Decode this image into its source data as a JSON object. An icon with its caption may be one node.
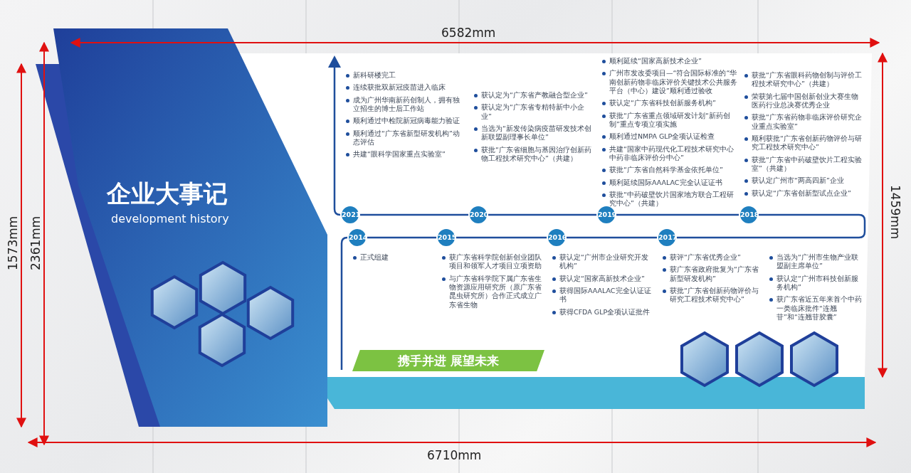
{
  "diagram": {
    "title": "企业大事记",
    "nodes": [
      {
        "text": [
          "2021"
        ]
      },
      {
        "text": [
          "2020"
        ]
      },
      {
        "text": [
          "2019"
        ]
      },
      {
        "text": [
          "2018"
        ]
      },
      {
        "text": [
          "2014"
        ]
      },
      {
        "text": [
          "2015"
        ]
      },
      {
        "text": [
          "2016"
        ]
      },
      {
        "text": [
          "2017"
        ]
      },
      {
        "text": [
          "携手并进 展望未来"
        ]
      }
    ],
    "edges": [],
    "labels": [
      "development history",
      "新科研楼完工",
      "连续获批双新冠疫苗进入临床",
      "成为广州华南新药创制人，拥有独立招生的博士后工作站",
      "顺利通过中检院新冠病毒能力验证",
      "顺利通过“广东省新型研发机构”动态评估",
      "共建“眼科学国家重点实验室”",
      "获认定为“广东省产教融合型企业”",
      "获认定为“广东省专精特新中小企业”",
      "当选为“新发传染病疫苗研发技术创新联盟副理事长单位”",
      "获批“广东省细胞与基因治疗创新药物工程技术研究中心”（共建）",
      "顺利延续“国家高新技术企业”",
      "广州市发改委项目—“符合国际标准的“华南创新药物非临床评价关键技术公共服务平台（中心）建设”顺利通过验收",
      "获认定“广东省科技创新服务机构”",
      "获批“广东省重点领域研发计划“新药创制”重点专项立项实施",
      "顺利通过NMPA GLP全项认证检查",
      "共建“国家中药现代化工程技术研究中心中药非临床评价分中心”",
      "获批“广东省自然科学基金依托单位”",
      "顺利延续国际AAALAC完全认证证书",
      "获批“中药破壁饮片国家地方联合工程研究中心”（共建）",
      "获批“广东省眼科药物创制与评价工程技术研究中心”（共建）",
      "荣获第七届中国创新创业大赛生物医药行业总决赛优秀企业",
      "获批“广东省药物非临床评价研究企业重点实验室”",
      "顺利获批“广东省创新药物评价与研究工程技术研究中心”",
      "获批“广东省中药破壁饮片工程实验室”（共建）",
      "获认定广州市“两高四新”企业",
      "获认定“广东省创新型试点企业”",
      "正式组建",
      "获广东省科学院创新创业团队项目和领军人才项目立项资助",
      "与广东省科学院下属广东省生物资源应用研究所（原广东省昆虫研究所）合作正式成立广东省生物",
      "获认定“广州市企业研究开发机构”",
      "获认定“国家高新技术企业”",
      "获得国际AAALAC完全认证证书",
      "获得CFDA GLP全项认证批件",
      "获评“广东省优秀企业”",
      "获广东省政府批复为“广东省新型研发机构”",
      "获批“广东省创新药物评价与研究工程技术研究中心”",
      "当选为“广州市生物产业联盟副主席单位”",
      "获认定“广州市科技创新服务机构”",
      "获广东省近五年来首个中药一类临床批件“连翘苷”和“连翘苷胶囊”",
      "6582mm",
      "2361mm",
      "1573mm",
      "1459mm",
      "6710mm"
    ]
  }
}
